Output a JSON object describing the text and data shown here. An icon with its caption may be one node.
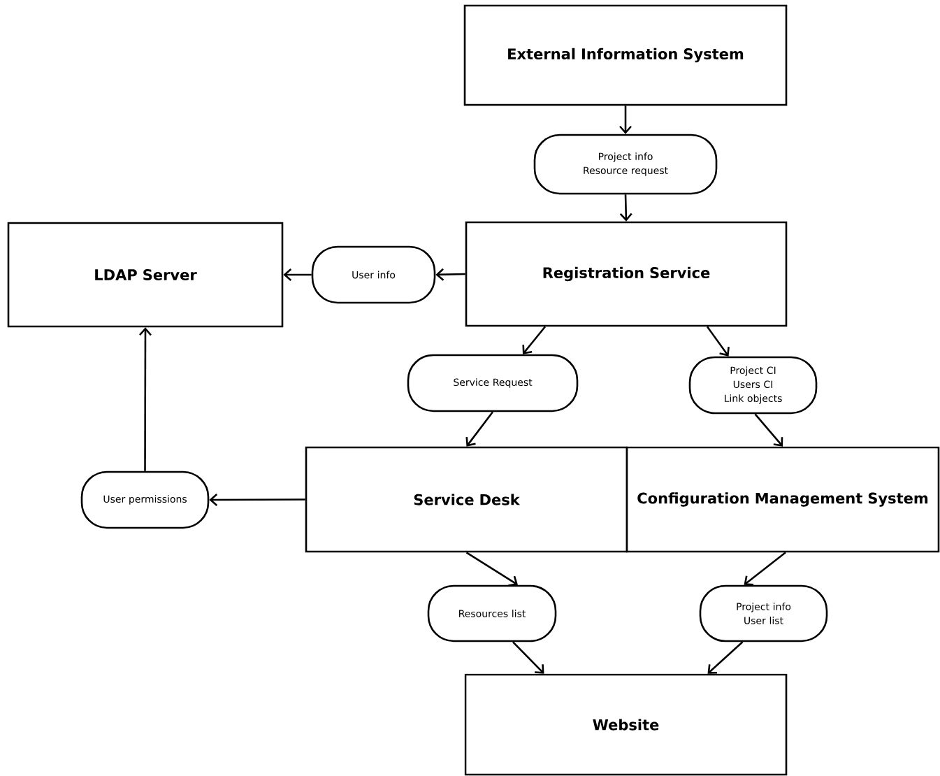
{
  "diagram": {
    "nodes": [
      {
        "text": [
          "External Information System"
        ]
      },
      {
        "text": [
          "Project info",
          "Resource request"
        ]
      },
      {
        "text": [
          "LDAP Server"
        ]
      },
      {
        "text": [
          "User info"
        ]
      },
      {
        "text": [
          "Registration Service"
        ]
      },
      {
        "text": [
          "Service Request"
        ]
      },
      {
        "text": [
          "Project CI",
          "Users CI",
          "Link objects"
        ]
      },
      {
        "text": [
          "User permissions"
        ]
      },
      {
        "text": [
          "Service Desk"
        ]
      },
      {
        "text": [
          "Configuration Management System"
        ]
      },
      {
        "text": [
          "Resources list"
        ]
      },
      {
        "text": [
          "Project info",
          "User list"
        ]
      },
      {
        "text": [
          "Website"
        ]
      }
    ],
    "edges": [
      {
        "from": 0,
        "to": 1,
        "arrow": "to"
      },
      {
        "from": 1,
        "to": 4,
        "arrow": "to"
      },
      {
        "from": 4,
        "to": 3,
        "arrow": "to"
      },
      {
        "from": 3,
        "to": 2,
        "arrow": "to"
      },
      {
        "from": 4,
        "to": 5,
        "arrow": "to"
      },
      {
        "from": 4,
        "to": 6,
        "arrow": "to"
      },
      {
        "from": 5,
        "to": 8,
        "arrow": "to"
      },
      {
        "from": 6,
        "to": 9,
        "arrow": "to"
      },
      {
        "from": 8,
        "to": 7,
        "arrow": "to"
      },
      {
        "from": 7,
        "to": 2,
        "arrow": "to"
      },
      {
        "from": 8,
        "to": 10,
        "arrow": "to"
      },
      {
        "from": 9,
        "to": 11,
        "arrow": "to"
      },
      {
        "from": 10,
        "to": 12,
        "arrow": "to"
      },
      {
        "from": 11,
        "to": 12,
        "arrow": "to"
      }
    ]
  }
}
